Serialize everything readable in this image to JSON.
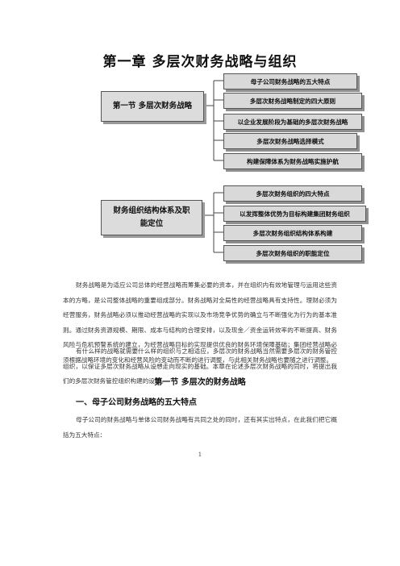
{
  "chapter_title": "第一章  多层次财务战略与组织",
  "diagram": {
    "left_top": "第一节  多层次财务战略",
    "left_bottom": "财务组织结构体系及职能定位",
    "right_top": [
      "母子公司财务战略的五大特点",
      "多层次财务战略制定的四大原则",
      "以企业发展阶段为基础的多层次财务战略",
      "多层次财务战略选择模式",
      "构建保障体系为财务战略实施护航"
    ],
    "right_bottom": [
      "多层次财务组织的四大特点",
      "以发挥整体优势为目标构建集团财务组织",
      "多层次财务组织结构体系构建",
      "多层次财务组织的职能定位"
    ]
  },
  "paragraphs": [
    "财务战略是为适应公司总体的经营战略而筹集必要的资本，并在组织内有效地管理与运用这些资本的方略，是公司整体战略的重要组成部分。财务战略对全局性的经营战略具有支持性。理财必须为经营服务，财务战略必须以推动经营战略的实现以及市场竞争优势的确立与不断强化为行为的基本准则。通过财务资源规模、期限、成本与结构的合理安排，以及现金／资金运转效率的不断提高、财务风险与危机预警系统的建立，为经营战略目标的实现提供优良的财务环境保障基础；集团经营战略必须根据战略环境的变化和经营风险的变动而不断的进行调整，与此相关财务战略也要随之进行调整。",
    "有什么样的战略就需要什么样的组织与之相适应，多层次的财务战略当然需要多层次的财务管控组织，以保证多层次财务战略从设想走向现实的基础。本章在论述多层次财务战略的同时，将提出我们的多层次财务管控组织构建的设想。"
  ],
  "section_title": "第一节  多层次的财务战略",
  "subsection_title": "一、母子公司财务战略的五大特点",
  "subsection_text": "母子公司的财务战略与单体公司财务战略有共同之处的同时，还有其实出特点，在此我们把它概括为五大特点：",
  "page_number": "1"
}
